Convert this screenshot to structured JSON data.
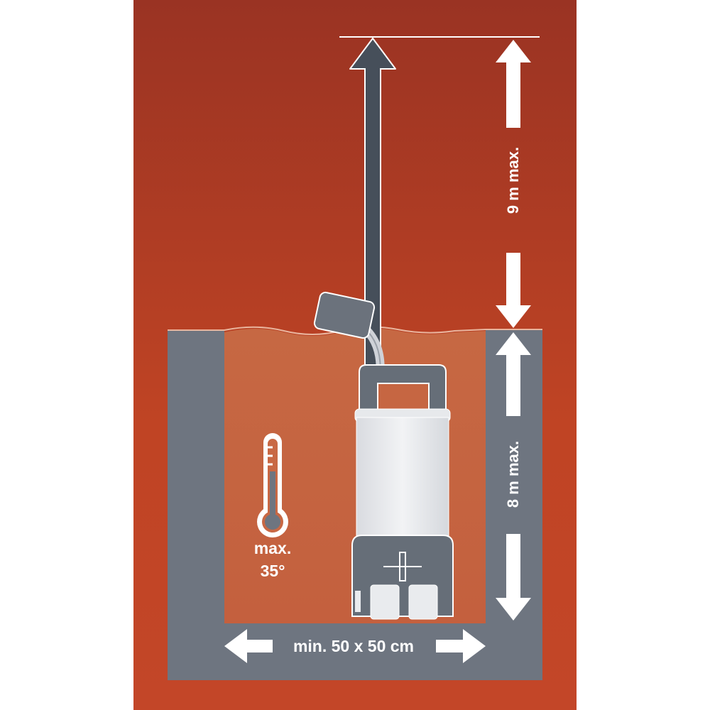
{
  "labels": {
    "max_head": "9 m max.",
    "max_depth": "8 m max.",
    "temp_max": "max.",
    "temp_value": "35°",
    "min_shaft": "min. 50 x 50 cm"
  },
  "colors": {
    "background_top": "#9c3424",
    "background_bottom": "#c24526",
    "shaft_wall": "#6e7580",
    "water": "#c86844",
    "hose": "#464f5a",
    "pump_body": "#e4e6ea",
    "pump_dark": "#666e78",
    "arrow": "#ffffff"
  },
  "icons": [
    "thermometer-icon",
    "upward-flow-arrow-icon",
    "float-switch-icon",
    "pump-icon"
  ]
}
